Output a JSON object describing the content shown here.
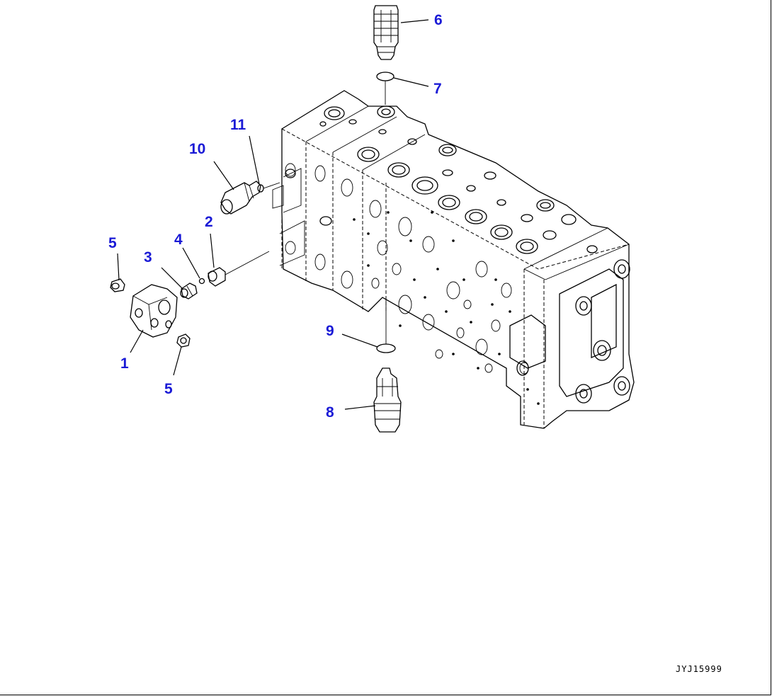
{
  "callouts": {
    "c1": "1",
    "c2": "2",
    "c3": "3",
    "c4": "4",
    "c5a": "5",
    "c5b": "5",
    "c6": "6",
    "c7": "7",
    "c8": "8",
    "c9": "9",
    "c10": "10",
    "c11": "11"
  },
  "drawing_code": "JYJ15999",
  "colors": {
    "callout": "#1a1ad6",
    "line": "#000000",
    "background": "#ffffff"
  }
}
